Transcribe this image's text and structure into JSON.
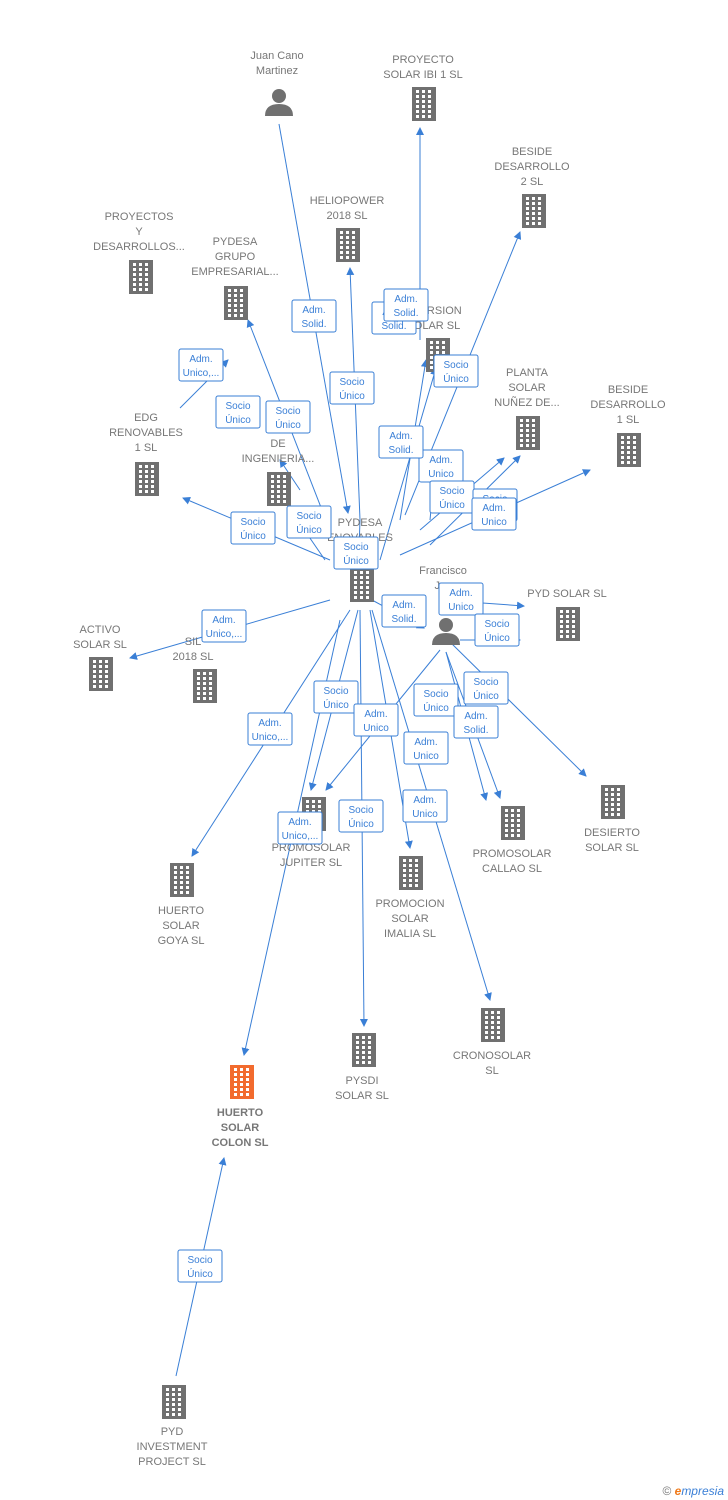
{
  "colors": {
    "node": "#707070",
    "focus": "#f26b2e",
    "edge": "#3a7fd6",
    "label": "#777777"
  },
  "footer": {
    "copyright_icon": "copyright-icon",
    "brand_initial": "e",
    "brand_rest": "mpresia"
  },
  "nodes": [
    {
      "id": "juan",
      "type": "person",
      "lines": [
        "Juan Cano",
        "Martinez"
      ]
    },
    {
      "id": "ibi1",
      "type": "company",
      "lines": [
        "PROYECTO",
        "SOLAR IBI 1  SL"
      ]
    },
    {
      "id": "beside2",
      "type": "company",
      "lines": [
        "BESIDE",
        "DESARROLLO",
        "2  SL"
      ]
    },
    {
      "id": "helio",
      "type": "company",
      "lines": [
        "HELIOPOWER",
        "2018  SL"
      ]
    },
    {
      "id": "proyectos",
      "type": "company",
      "lines": [
        "PROYECTOS",
        "Y",
        "DESARROLLOS..."
      ]
    },
    {
      "id": "pydgrupo",
      "type": "company",
      "lines": [
        "PYDESA",
        "GRUPO",
        "EMPRESARIAL..."
      ]
    },
    {
      "id": "inversion",
      "type": "company",
      "lines": [
        "VERSION",
        "OLAR  SL"
      ]
    },
    {
      "id": "planta",
      "type": "company",
      "lines": [
        "PLANTA",
        "SOLAR",
        "NUÑEZ DE..."
      ]
    },
    {
      "id": "beside1",
      "type": "company",
      "lines": [
        "BESIDE",
        "DESARROLLO",
        "1  SL"
      ]
    },
    {
      "id": "edg",
      "type": "company",
      "lines": [
        "EDG",
        "RENOVABLES",
        "1  SL"
      ]
    },
    {
      "id": "medios",
      "type": "company",
      "lines": [
        "ME",
        "DE",
        "INGENIERIA..."
      ]
    },
    {
      "id": "pydren",
      "type": "company",
      "lines": [
        "PYDESA",
        "ENOVABLES"
      ]
    },
    {
      "id": "francisco",
      "type": "person",
      "lines": [
        "Francisco",
        "Jav",
        "ar"
      ]
    },
    {
      "id": "pydsolar",
      "type": "company",
      "lines": [
        "PYD SOLAR  SL"
      ]
    },
    {
      "id": "activo",
      "type": "company",
      "lines": [
        "ACTIVO",
        "SOLAR  SL"
      ]
    },
    {
      "id": "sil",
      "type": "company",
      "lines": [
        "SIL",
        "2018  SL"
      ]
    },
    {
      "id": "jupiter",
      "type": "company",
      "lines": [
        "PROMOSOLAR",
        "JUPITER  SL"
      ]
    },
    {
      "id": "callao",
      "type": "company",
      "lines": [
        "PROMOSOLAR",
        "CALLAO  SL"
      ]
    },
    {
      "id": "desierto",
      "type": "company",
      "lines": [
        "DESIERTO",
        "SOLAR  SL"
      ]
    },
    {
      "id": "goya",
      "type": "company",
      "lines": [
        "HUERTO",
        "SOLAR",
        "GOYA  SL"
      ]
    },
    {
      "id": "imalia",
      "type": "company",
      "lines": [
        "PROMOCION",
        "SOLAR",
        "IMALIA  SL"
      ]
    },
    {
      "id": "crono",
      "type": "company",
      "lines": [
        "CRONOSOLAR",
        "SL"
      ]
    },
    {
      "id": "colon",
      "type": "focus",
      "lines": [
        "HUERTO",
        "SOLAR",
        "COLON  SL"
      ]
    },
    {
      "id": "pysdi",
      "type": "company",
      "lines": [
        "PYSDI",
        "SOLAR  SL"
      ]
    },
    {
      "id": "pydinv",
      "type": "company",
      "lines": [
        "PYD",
        "INVESTMENT",
        "PROJECT  SL"
      ]
    }
  ],
  "edges": [
    {
      "lines": [
        "Adm.",
        "Solid."
      ]
    },
    {
      "lines": [
        "Adm.",
        "Solid."
      ]
    },
    {
      "lines": [
        "Socio",
        "Único"
      ]
    },
    {
      "lines": [
        "Adm.",
        "Unico,..."
      ]
    },
    {
      "lines": [
        "Socio",
        "Único"
      ]
    },
    {
      "lines": [
        "Socio",
        "Único"
      ]
    },
    {
      "lines": [
        "Adm.",
        "Solid."
      ]
    },
    {
      "lines": [
        "Socio",
        "Único"
      ]
    },
    {
      "lines": [
        "Adm.",
        "Unico"
      ]
    },
    {
      "lines": [
        "Socio",
        "Único"
      ]
    },
    {
      "lines": [
        "Adm.",
        "Solid."
      ]
    },
    {
      "lines": [
        "Socio",
        "Único"
      ]
    },
    {
      "lines": [
        "Socio",
        "Único"
      ]
    },
    {
      "lines": [
        "Adm.",
        "Unico"
      ]
    },
    {
      "lines": [
        "Adm.",
        "Unico,..."
      ]
    },
    {
      "lines": [
        "Socio",
        "Único"
      ]
    },
    {
      "lines": [
        "Adm.",
        "Solid."
      ]
    },
    {
      "lines": [
        "Socio",
        "Único"
      ]
    },
    {
      "lines": [
        "Adm.",
        "Unico"
      ]
    },
    {
      "lines": [
        "Socio",
        "Único"
      ]
    },
    {
      "lines": [
        "Adm.",
        "Unico,..."
      ]
    },
    {
      "lines": [
        "Socio",
        "Único"
      ]
    },
    {
      "lines": [
        "Adm.",
        "Unico"
      ]
    },
    {
      "lines": [
        "Socio",
        "Único"
      ]
    },
    {
      "lines": [
        "Adm.",
        "Unico"
      ]
    },
    {
      "lines": [
        "Socio",
        "Único"
      ]
    },
    {
      "lines": [
        "Adm.",
        "Unico"
      ]
    },
    {
      "lines": [
        "Adm.",
        "Solid."
      ]
    },
    {
      "lines": [
        "Socio",
        "Único"
      ]
    },
    {
      "lines": [
        "Adm.",
        "Unico,..."
      ]
    },
    {
      "lines": [
        "Socio",
        "Único"
      ]
    }
  ]
}
